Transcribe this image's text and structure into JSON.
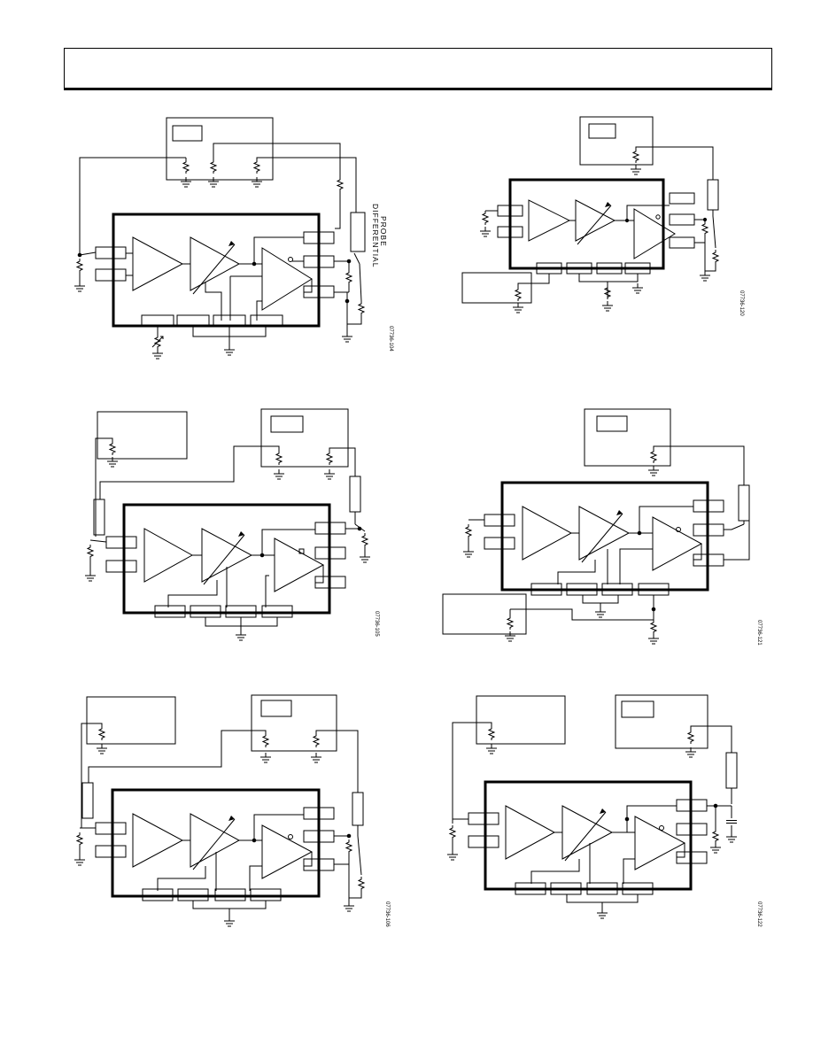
{
  "diagrams": [
    {
      "id": "fig-1",
      "figure_code": "07736-104",
      "probe_label_line1": "DIFFERENTIAL",
      "probe_label_line2": "PROBE"
    },
    {
      "id": "fig-2",
      "figure_code": "07736-120"
    },
    {
      "id": "fig-3",
      "figure_code": "07736-105"
    },
    {
      "id": "fig-4",
      "figure_code": "07736-121"
    },
    {
      "id": "fig-5",
      "figure_code": "07736-106"
    },
    {
      "id": "fig-6",
      "figure_code": "07736-122"
    }
  ],
  "colors": {
    "ink": "#000000",
    "paper": "#ffffff"
  }
}
